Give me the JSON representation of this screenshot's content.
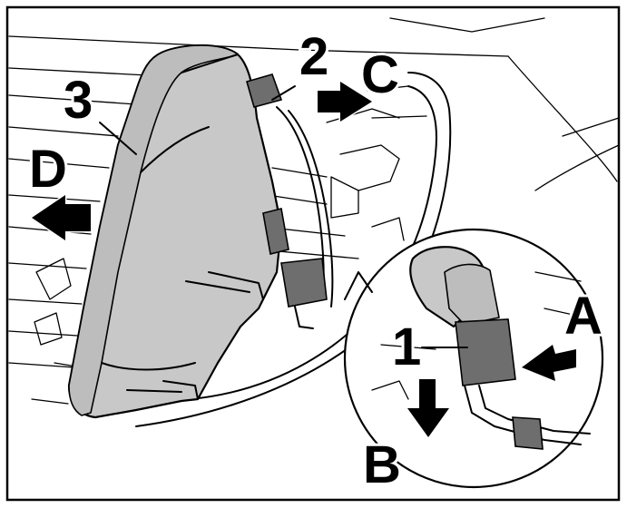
{
  "figure": {
    "callouts": {
      "one": "1",
      "two": "2",
      "three": "3",
      "a": "A",
      "b": "B",
      "c": "C",
      "d": "D"
    },
    "colors": {
      "background": "#ffffff",
      "outline": "#000000",
      "lamp_gray": "#c8c8c8",
      "connector_gray": "#6e6e6e"
    }
  }
}
